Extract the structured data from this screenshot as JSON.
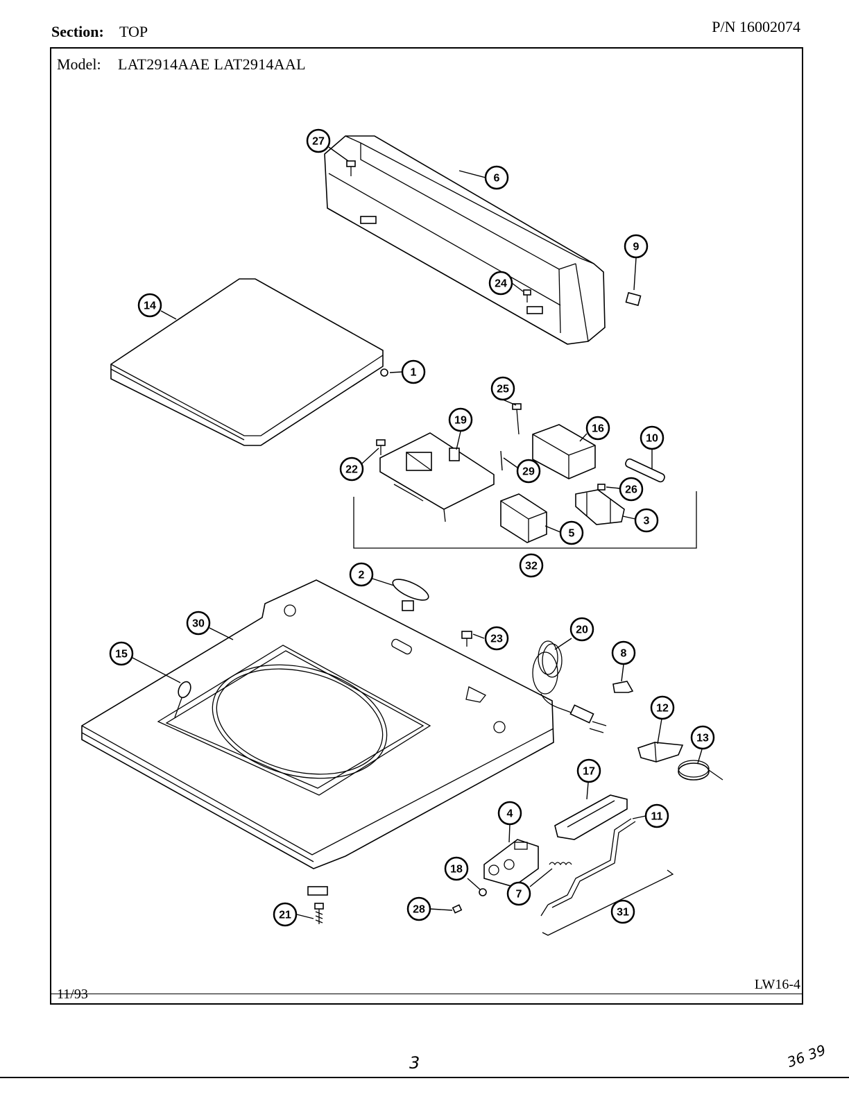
{
  "header": {
    "section_label": "Section:",
    "section_value": "TOP",
    "part_number": "P/N 16002074"
  },
  "model": {
    "label": "Model:",
    "values": "LAT2914AAE  LAT2914AAL"
  },
  "footer": {
    "date": "11/93",
    "code": "LW16-4"
  },
  "page": {
    "number": "3",
    "handwritten_note": "36 39"
  },
  "callouts": [
    "1",
    "2",
    "3",
    "4",
    "5",
    "6",
    "7",
    "8",
    "9",
    "10",
    "11",
    "12",
    "13",
    "14",
    "15",
    "16",
    "17",
    "18",
    "19",
    "20",
    "21",
    "22",
    "23",
    "24",
    "25",
    "26",
    "27",
    "28",
    "29",
    "30",
    "31",
    "32"
  ]
}
